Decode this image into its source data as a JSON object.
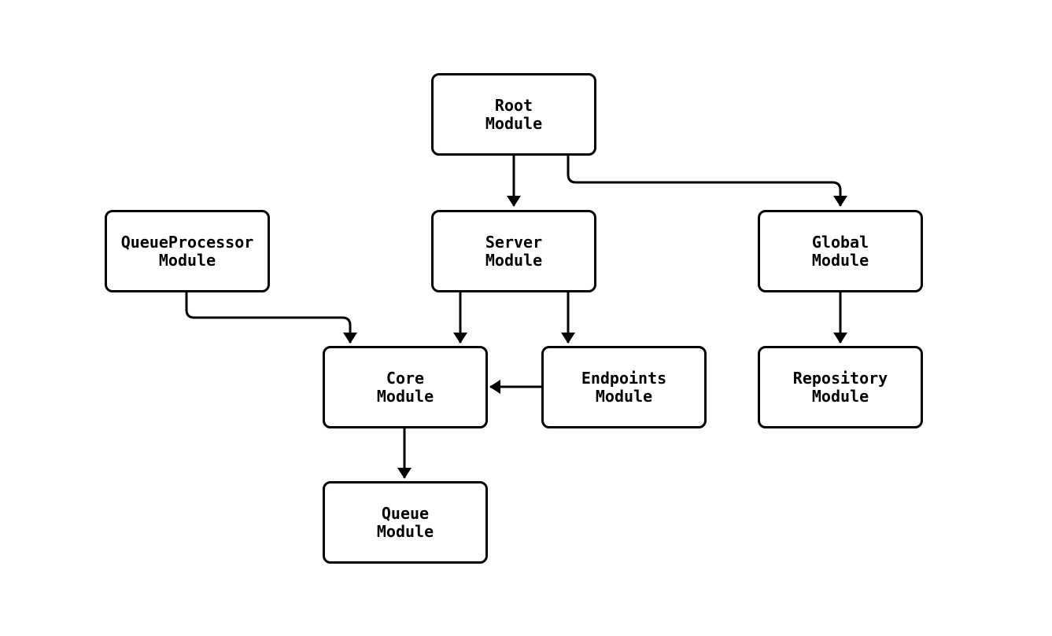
{
  "diagram": {
    "type": "module-dependency-flowchart",
    "nodes": {
      "root": {
        "label": "Root\nModule"
      },
      "queue_processor": {
        "label": "QueueProcessor\nModule"
      },
      "server": {
        "label": "Server\nModule"
      },
      "global": {
        "label": "Global\nModule"
      },
      "core": {
        "label": "Core\nModule"
      },
      "endpoints": {
        "label": "Endpoints\nModule"
      },
      "repository": {
        "label": "Repository\nModule"
      },
      "queue": {
        "label": "Queue\nModule"
      }
    },
    "edges": [
      {
        "from": "Root Module",
        "to": "Server Module"
      },
      {
        "from": "Root Module",
        "to": "Global Module"
      },
      {
        "from": "QueueProcessor Module",
        "to": "Core Module"
      },
      {
        "from": "Server Module",
        "to": "Core Module"
      },
      {
        "from": "Server Module",
        "to": "Endpoints Module"
      },
      {
        "from": "Endpoints Module",
        "to": "Core Module"
      },
      {
        "from": "Global Module",
        "to": "Repository Module"
      },
      {
        "from": "Core Module",
        "to": "Queue Module"
      }
    ],
    "colors": {
      "stroke": "#000000",
      "node_fill": "#ffffff",
      "background": "#ffffff"
    }
  }
}
